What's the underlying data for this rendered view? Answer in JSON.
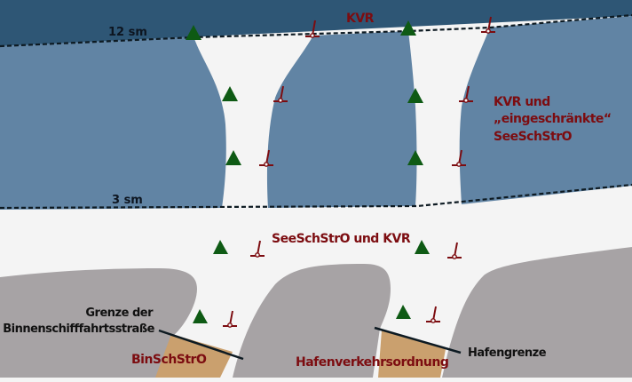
{
  "colors": {
    "outer_sea": "#2e5675",
    "inner_sea": "#6184a4",
    "fairway": "#f4f4f4",
    "land": "#a7a3a5",
    "inland_zone": "#caa06e",
    "starboard_mark": "#0e5a14",
    "port_mark": "#7c0c10",
    "boundary_line": "#0d1a22",
    "label_red": "#7c0c10",
    "label_black": "#111111"
  },
  "distance_labels": {
    "twelve_nm": "12 sm",
    "three_nm": "3 sm"
  },
  "zone_labels": {
    "outer": "KVR",
    "middle_line1": "KVR und",
    "middle_line2": "„eingeschränkte“",
    "middle_line3": "SeeSchStrO",
    "coastal": "SeeSchStrO und KVR",
    "inland": "BinSchStrO",
    "harbour": "Hafenverkehrsordnung"
  },
  "boundary_labels": {
    "inland_line1": "Grenze der",
    "inland_line2": "Binnenschifffahrtsstraße",
    "harbour": "Hafengrenze"
  },
  "markers": {
    "starboard_icon": "green-triangle-buoy",
    "port_icon": "red-spar-buoy"
  }
}
